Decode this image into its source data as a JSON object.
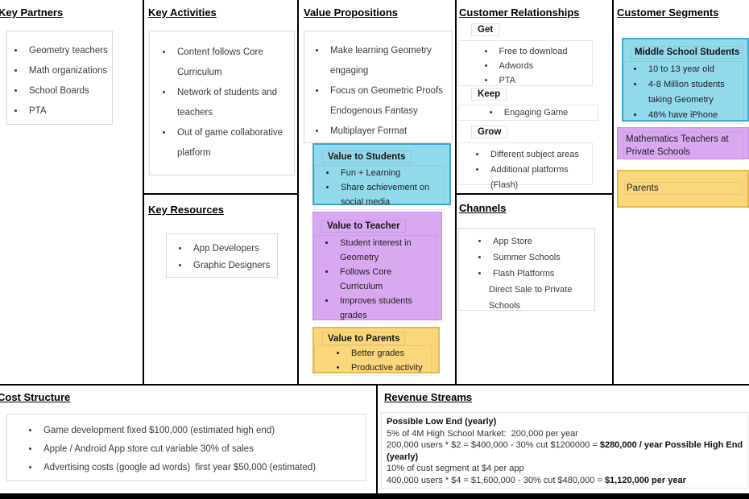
{
  "colors": {
    "blue_fill": "#92D9EC",
    "blue_border": "#3FA8C9",
    "purple_fill": "#D8A8F0",
    "purple_border": "#C68FE6",
    "yellow_fill": "#FAD77B",
    "yellow_border": "#E5B94E",
    "grid_line": "#000000"
  },
  "key_partners": {
    "title": "Key Partners",
    "items": [
      "Geometry teachers",
      "Math organizations",
      "School Boards",
      "PTA"
    ]
  },
  "key_activities": {
    "title": "Key Activities",
    "items": [
      "Content follows Core Curriculum",
      "Network of students and teachers",
      "Out of game collaborative platform"
    ]
  },
  "key_resources": {
    "title": "Key Resources",
    "items": [
      "App Developers",
      "Graphic Designers"
    ]
  },
  "value_propositions": {
    "title": "Value Propositions",
    "items": [
      "Make learning Geometry engaging",
      "Focus on Geometric Proofs Endogenous Fantasy",
      "Multiplayer Format"
    ],
    "value_to_students": {
      "title": "Value to Students",
      "items": [
        "Fun + Learning",
        "Share achievement on social media"
      ]
    },
    "value_to_teacher": {
      "title": "Value to Teacher",
      "items": [
        "Student interest in Geometry",
        "Follows Core Curriculum",
        "Improves students grades"
      ]
    },
    "value_to_parents": {
      "title": "Value to Parents",
      "items": [
        "Better grades",
        "Productive activity"
      ]
    }
  },
  "customer_relationships": {
    "title": "Customer Relationships",
    "get_label": "Get",
    "get_items": [
      "Free to download",
      "Adwords",
      "PTA"
    ],
    "keep_label": "Keep",
    "keep_items": [
      "Engaging Game"
    ],
    "grow_label": "Grow",
    "grow_items": [
      "Different subject areas",
      "Additional platforms (Flash)"
    ]
  },
  "channels": {
    "title": "Channels",
    "items": [
      "App Store",
      "Summer Schools",
      "Flash Platforms"
    ],
    "continuation": "Direct Sale to Private Schools"
  },
  "customer_segments": {
    "title": "Customer Segments",
    "middle_school_students": {
      "title": "Middle School Students",
      "items": [
        "10 to 13 year old",
        "4-8 Million students taking Geometry",
        "48% have iPhone"
      ]
    },
    "teachers_label": "Mathematics Teachers at Private Schools",
    "parents_label": "Parents"
  },
  "cost_structure": {
    "title": "Cost Structure",
    "items": [
      "Game development fixed $100,000 (estimated high end)",
      "Apple / Android App store cut variable 30% of sales",
      "Advertising costs (google ad words)  first year $50,000 (estimated)"
    ]
  },
  "revenue_streams": {
    "title": "Revenue Streams",
    "lines": [
      [
        {
          "text": "Possible Low End (yearly)",
          "bold": true
        }
      ],
      [
        {
          "text": "5% of 4M High School Market:  200,000 per year",
          "bold": false
        }
      ],
      [
        {
          "text": "200,000 users * $2 = $400,000 - 30% cut $1200000 = ",
          "bold": false
        },
        {
          "text": "$280,000 / year Possible High End (yearly)",
          "bold": true
        }
      ],
      [
        {
          "text": "10% of cust segment at $4 per app",
          "bold": false
        }
      ],
      [
        {
          "text": "400,000 users * $4 = $1,600,000 - 30% cut $480,000 = ",
          "bold": false
        },
        {
          "text": "$1,120,000 per year",
          "bold": true
        }
      ]
    ]
  }
}
